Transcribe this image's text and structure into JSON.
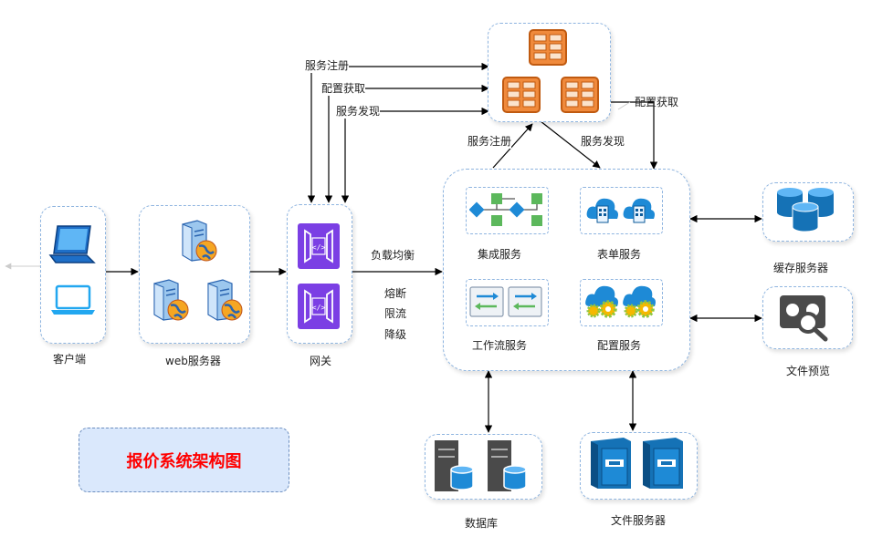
{
  "nodes": {
    "client": "客户端",
    "web": "web服务器",
    "gateway": "网关",
    "integration": "集成服务",
    "form": "表单服务",
    "workflow": "工作流服务",
    "config": "配置服务",
    "cache": "缓存服务器",
    "preview": "文件预览",
    "database": "数据库",
    "fileserver": "文件服务器"
  },
  "edges": {
    "register_top": "服务注册",
    "config_top": "配置获取",
    "discover_top": "服务发现",
    "config_right": "配置获取",
    "register_mid": "服务注册",
    "discover_mid": "服务发现",
    "load_balance": "负载均衡",
    "circuit_break": "熔断",
    "rate_limit": "限流",
    "degrade": "降级"
  },
  "title": "报价系统架构图",
  "colors": {
    "title_text": "#ff0000",
    "title_bg": "#dae8fc",
    "box_border": "#8fb5e0",
    "registry_orange": "#f08a3c",
    "gateway_purple": "#7b3fe4",
    "cloud_blue": "#1e8ad6",
    "config_gear": "#8dc63f",
    "server_dark": "#4a4a4a",
    "cabinet_blue": "#1572b6"
  }
}
